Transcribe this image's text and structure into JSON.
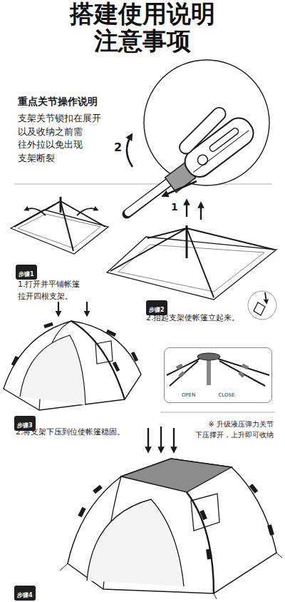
{
  "diagram": {
    "title": "搭建使用说明 注意事项",
    "nodes": [
      {
        "text": [
          "步骤1"
        ]
      },
      {
        "text": [
          "步骤2"
        ]
      },
      {
        "text": [
          "OPEN",
          "CLOSE"
        ]
      },
      {
        "text": [
          "步骤3"
        ]
      },
      {
        "text": [
          "步骤4"
        ]
      }
    ],
    "labels": [
      "重点关节操作说明",
      "支架关节锁扣在展开 以及收纳之前需 往外拉以免出现 支架断裂",
      "2",
      "1",
      "1.打开并平铺帐篷 拉开四根支架。",
      "2.抬起支架使帐篷立起来。",
      "※ 升级液压弹力关节 下压撑开，上升即可收纳",
      "2.将支架下压到位使帐篷稳固。"
    ]
  }
}
